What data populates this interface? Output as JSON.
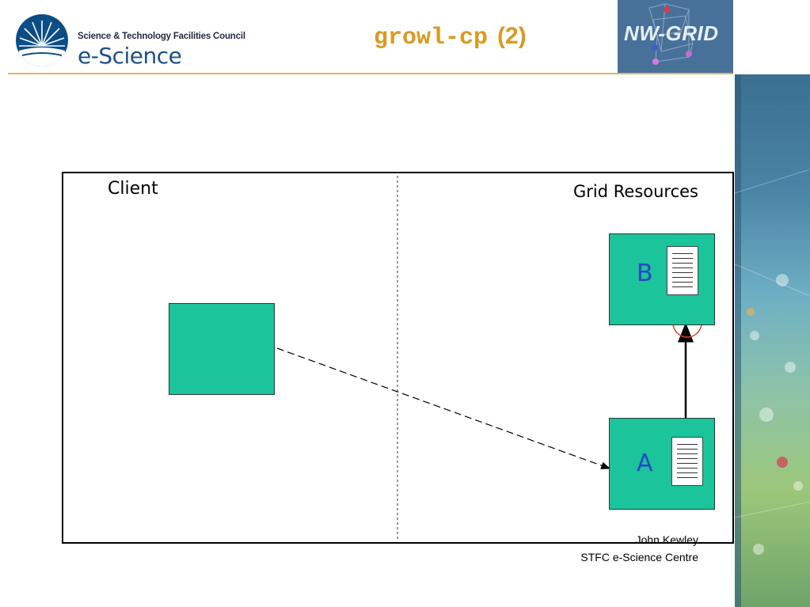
{
  "header": {
    "org_line": "Science & Technology Facilities Council",
    "org_name": "e-Science",
    "title_code": "growl-cp",
    "title_num": "(2)",
    "partner_logo_text": "NW-GRID"
  },
  "diagram": {
    "client_label": "Client",
    "grid_label": "Grid Resources",
    "node_a_label": "A",
    "node_b_label": "B"
  },
  "footer": {
    "author": "John Kewley",
    "affiliation": "STFC e-Science Centre"
  },
  "colors": {
    "title": "#d99a1f",
    "box_fill": "#1bc49a",
    "node_letter": "#2946c9",
    "highlight_circle": "#d9412a"
  }
}
